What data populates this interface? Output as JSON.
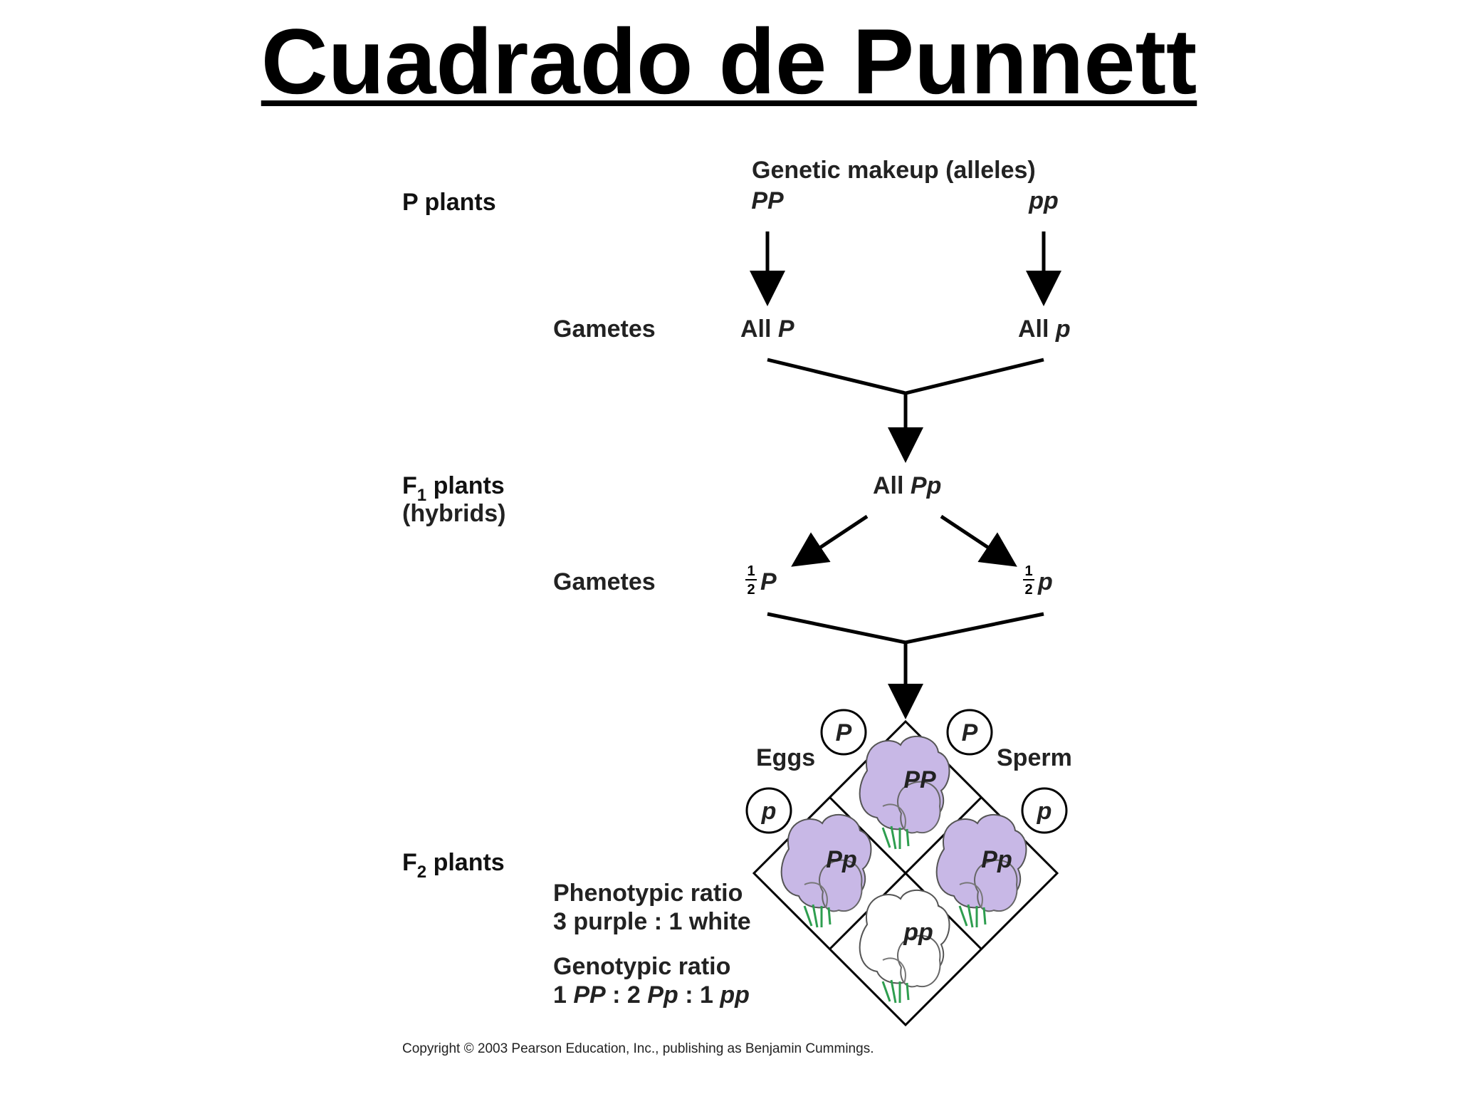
{
  "title": "Cuadrado de Punnett",
  "header_label": "Genetic makeup (alleles)",
  "rows": {
    "p_plants": "P plants",
    "f1_label_main": "F",
    "f1_label_sub": "1",
    "f1_label_rest": " plants",
    "f1_note": "(hybrids)",
    "f2_label_main": "F",
    "f2_label_sub": "2",
    "f2_label_rest": " plants"
  },
  "parents": {
    "left": "PP",
    "right": "pp"
  },
  "gametes_label": "Gametes",
  "gametes1": {
    "left_prefix": "All ",
    "left_allele": "P",
    "right_prefix": "All ",
    "right_allele": "p"
  },
  "f1_genotype": {
    "prefix": "All ",
    "allele": "Pp"
  },
  "gametes2": {
    "frac_num": "1",
    "frac_den": "2",
    "left_allele": "P",
    "right_allele": "p"
  },
  "punnett": {
    "eggs_label": "Eggs",
    "sperm_label": "Sperm",
    "egg_alleles": [
      "P",
      "p"
    ],
    "sperm_alleles": [
      "P",
      "p"
    ],
    "cells": [
      {
        "genotype": "PP",
        "color": "#c8b8e6"
      },
      {
        "genotype": "Pp",
        "color": "#c8b8e6"
      },
      {
        "genotype": "Pp",
        "color": "#c8b8e6"
      },
      {
        "genotype": "pp",
        "color": "#ffffff"
      }
    ]
  },
  "ratios": {
    "phenotypic_title": "Phenotypic ratio",
    "phenotypic_value": "3 purple : 1 white",
    "genotypic_title": "Genotypic ratio",
    "geno_n1": "1 ",
    "geno_g1": "PP",
    "geno_n2": " : 2 ",
    "geno_g2": "Pp",
    "geno_n3": " : 1 ",
    "geno_g3": "pp"
  },
  "copyright": "Copyright © 2003 Pearson Education, Inc., publishing as Benjamin Cummings.",
  "colors": {
    "purple_flower": "#c8b8e6",
    "white_flower": "#ffffff",
    "stem": "#2e9e4f"
  }
}
